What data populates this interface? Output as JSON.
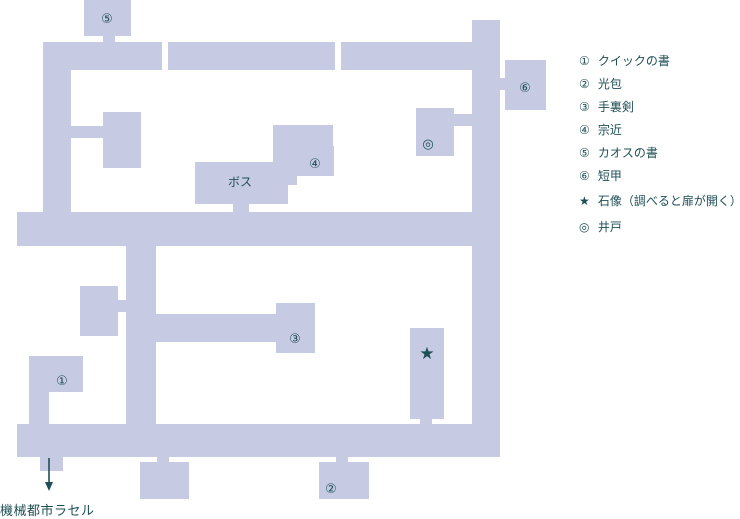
{
  "legend": [
    {
      "symbol": "①",
      "text": "クイックの書"
    },
    {
      "symbol": "②",
      "text": "光包"
    },
    {
      "symbol": "③",
      "text": "手裏剣"
    },
    {
      "symbol": "④",
      "text": "宗近"
    },
    {
      "symbol": "⑤",
      "text": "カオスの書"
    },
    {
      "symbol": "⑥",
      "text": "短甲"
    },
    {
      "symbol": "★",
      "text": "石像（調べると扉が開く）"
    },
    {
      "symbol": "◎",
      "text": "井戸"
    }
  ],
  "map_markers": {
    "m1": "①",
    "m2": "②",
    "m3": "③",
    "m4": "④",
    "m5": "⑤",
    "m6": "⑥",
    "statue": "★",
    "well": "◎",
    "boss": "ボス"
  },
  "exit_label": "機械都市ラセル",
  "colors": {
    "floor": "#c6cbe3",
    "ink": "#1f4f55",
    "background": "#ffffff"
  }
}
